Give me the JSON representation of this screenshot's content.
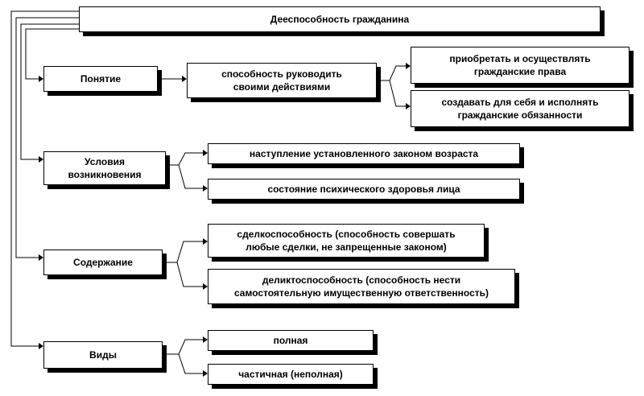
{
  "diagram": {
    "root": "Дееспособность гражданина",
    "categories": [
      {
        "label": "Понятие"
      },
      {
        "label": "Условия\nвозникновения"
      },
      {
        "label": "Содержание"
      },
      {
        "label": "Виды"
      }
    ],
    "concept": {
      "middle": "способность руководить\nсвоими действиями",
      "right": [
        "приобретать и осуществлять\nгражданские права",
        "создавать для себя и исполнять\nгражданские обязанности"
      ]
    },
    "conditions": [
      "наступление установленного законом возраста",
      "состояние психического здоровья лица"
    ],
    "content": [
      "сделкоспособность (способность совершать\nлюбые сделки, не запрещенные законом)",
      "деликтоспособность (способность нести\nсамостоятельную имущественную ответственность)"
    ],
    "types": [
      "полная",
      "частичная (неполная)"
    ]
  }
}
